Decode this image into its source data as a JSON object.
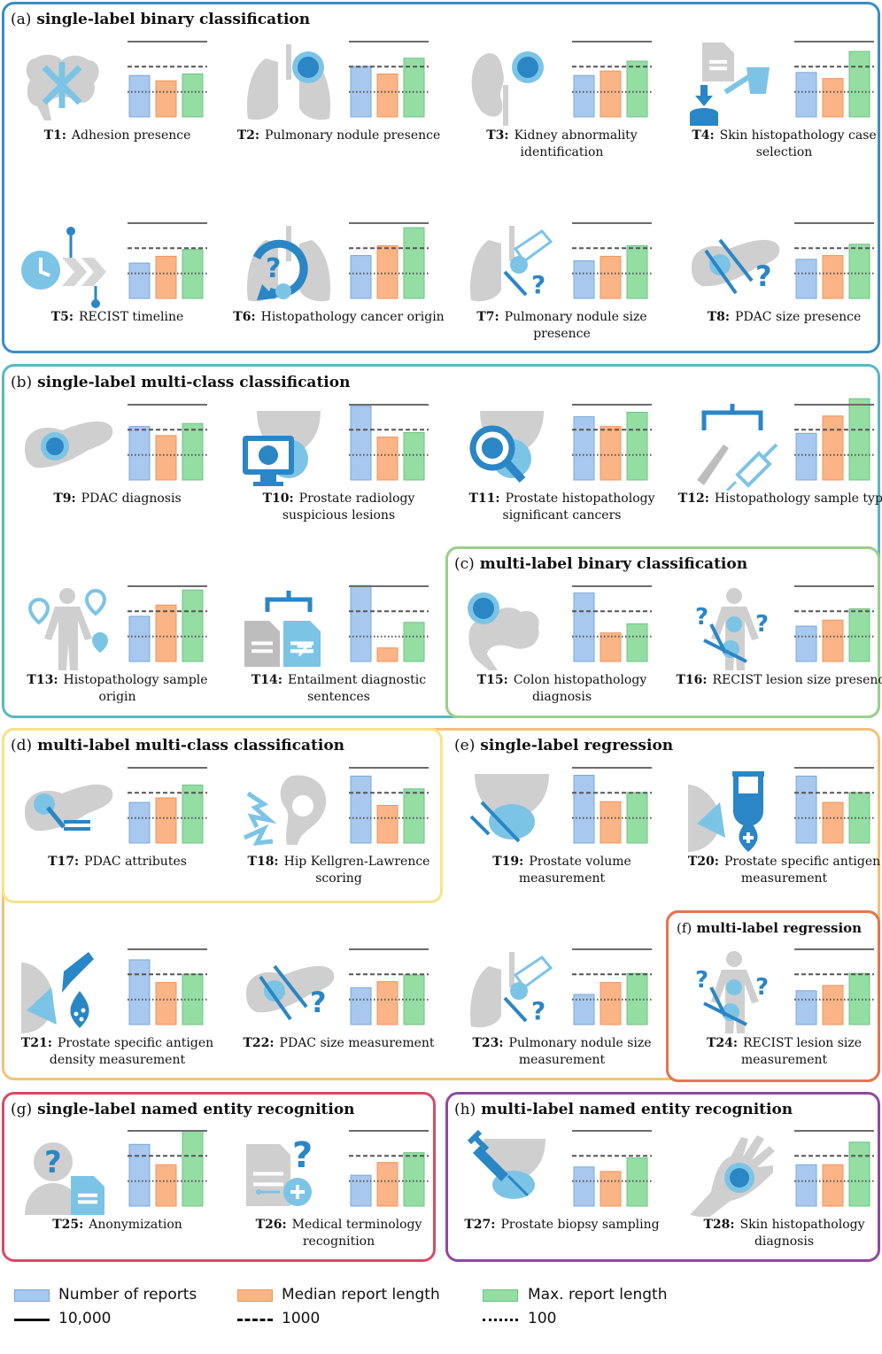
{
  "panels": [
    {
      "id": "a",
      "label": "(a)",
      "title": "single-label binary classification",
      "color": "#3a8dc4"
    },
    {
      "id": "b",
      "label": "(b)",
      "title": "single-label multi-class classification",
      "color": "#5ab7c4"
    },
    {
      "id": "c",
      "label": "(c)",
      "title": "multi-label binary classification",
      "color": "#9bcf8c"
    },
    {
      "id": "d",
      "label": "(d)",
      "title": "multi-label multi-class classification",
      "color": "#f7e38a"
    },
    {
      "id": "e",
      "label": "(e)",
      "title": "single-label regression",
      "color": "#f2c27a"
    },
    {
      "id": "f",
      "label": "(f)",
      "title": "multi-label regression",
      "color": "#e8734f"
    },
    {
      "id": "g",
      "label": "(g)",
      "title": "single-label named entity recognition",
      "color": "#d84a64"
    },
    {
      "id": "h",
      "label": "(h)",
      "title": "multi-label named entity recognition",
      "color": "#8e4a9e"
    }
  ],
  "tasks": [
    {
      "id": "T1:",
      "name": "Adhesion presence",
      "icon": "colon-icon",
      "values": [
        0.55,
        0.48,
        0.57
      ]
    },
    {
      "id": "T2:",
      "name": "Pulmonary nodule presence",
      "icon": "lungs-icon",
      "values": [
        0.67,
        0.57,
        0.78
      ]
    },
    {
      "id": "T3:",
      "name": "Kidney abnormality identification",
      "icon": "kidney-icon",
      "values": [
        0.55,
        0.61,
        0.74
      ]
    },
    {
      "id": "T4:",
      "name": "Skin histopathology case selection",
      "icon": "database-filter-icon",
      "values": [
        0.59,
        0.51,
        0.87
      ]
    },
    {
      "id": "T5:",
      "name": "RECIST timeline",
      "icon": "clock-timeline-icon",
      "values": [
        0.47,
        0.56,
        0.65
      ]
    },
    {
      "id": "T6:",
      "name": "Histopathology cancer origin",
      "icon": "lungs-question-icon",
      "values": [
        0.57,
        0.7,
        0.94
      ]
    },
    {
      "id": "T7:",
      "name": "Pulmonary nodule size presence",
      "icon": "lung-ruler-icon",
      "values": [
        0.5,
        0.56,
        0.7
      ]
    },
    {
      "id": "T8:",
      "name": "PDAC size presence",
      "icon": "pancreas-ruler-icon",
      "values": [
        0.52,
        0.57,
        0.72
      ]
    },
    {
      "id": "T9:",
      "name": "PDAC diagnosis",
      "icon": "pancreas-icon",
      "values": [
        0.71,
        0.59,
        0.75
      ]
    },
    {
      "id": "T10:",
      "name": "Prostate radiology suspicious lesions",
      "icon": "prostate-monitor-icon",
      "values": [
        0.98,
        0.57,
        0.63
      ]
    },
    {
      "id": "T11:",
      "name": "Prostate histopathology significant cancers",
      "icon": "prostate-magnifier-icon",
      "values": [
        0.84,
        0.71,
        0.9
      ]
    },
    {
      "id": "T12:",
      "name": "Histopathology sample type",
      "icon": "scalpel-syringe-icon",
      "values": [
        0.62,
        0.85,
        1.08
      ]
    },
    {
      "id": "T13:",
      "name": "Histopathology sample origin",
      "icon": "body-pins-icon",
      "values": [
        0.6,
        0.75,
        0.95
      ]
    },
    {
      "id": "T14:",
      "name": "Entailment diagnostic sentences",
      "icon": "document-compare-icon",
      "values": [
        1.01,
        0.18,
        0.52
      ]
    },
    {
      "id": "T15:",
      "name": "Colon histopathology diagnosis",
      "icon": "colon-tumor-icon",
      "values": [
        0.91,
        0.38,
        0.5
      ]
    },
    {
      "id": "T16:",
      "name": "RECIST lesion size presence",
      "icon": "body-ruler-icon",
      "values": [
        0.47,
        0.55,
        0.7
      ]
    },
    {
      "id": "T17:",
      "name": "PDAC attributes",
      "icon": "pancreas-list-icon",
      "values": [
        0.54,
        0.6,
        0.77
      ]
    },
    {
      "id": "T18:",
      "name": "Hip Kellgren-Lawrence scoring",
      "icon": "hip-joint-icon",
      "values": [
        0.89,
        0.5,
        0.72
      ]
    },
    {
      "id": "T19:",
      "name": "Prostate volume measurement",
      "icon": "prostate-ruler-icon",
      "values": [
        0.9,
        0.55,
        0.67
      ]
    },
    {
      "id": "T20:",
      "name": "Prostate specific antigen measurement",
      "icon": "blood-test-icon",
      "values": [
        0.89,
        0.54,
        0.67
      ]
    },
    {
      "id": "T21:",
      "name": "Prostate specific antigen density measurement",
      "icon": "blood-density-icon",
      "values": [
        0.86,
        0.56,
        0.67
      ]
    },
    {
      "id": "T22:",
      "name": "PDAC size measurement",
      "icon": "pancreas-ruler-icon",
      "values": [
        0.49,
        0.57,
        0.66
      ]
    },
    {
      "id": "T23:",
      "name": "Pulmonary nodule size measurement",
      "icon": "lung-ruler-icon",
      "values": [
        0.4,
        0.56,
        0.68
      ]
    },
    {
      "id": "T24:",
      "name": "RECIST lesion size measurement",
      "icon": "body-ruler-icon",
      "values": [
        0.45,
        0.52,
        0.68
      ]
    },
    {
      "id": "T25:",
      "name": "Anonymization",
      "icon": "person-document-icon",
      "values": [
        0.82,
        0.55,
        1.0
      ]
    },
    {
      "id": "T26:",
      "name": "Medical terminology recognition",
      "icon": "document-question-icon",
      "values": [
        0.41,
        0.58,
        0.71
      ]
    },
    {
      "id": "T27:",
      "name": "Prostate biopsy sampling",
      "icon": "prostate-syringe-icon",
      "values": [
        0.52,
        0.46,
        0.64
      ]
    },
    {
      "id": "T28:",
      "name": "Skin histopathology diagnosis",
      "icon": "hand-lesion-icon",
      "values": [
        0.55,
        0.55,
        0.85
      ]
    }
  ],
  "chart_data": {
    "type": "bar",
    "categories": [
      "Number of reports",
      "Median report length",
      "Max. report length"
    ],
    "colors": {
      "reports": "#a8c8ef",
      "median": "#fbb485",
      "max": "#94dea4"
    },
    "reference_lines": [
      {
        "label": "10,000",
        "style": "solid",
        "value": 10000
      },
      {
        "label": "1000",
        "style": "dashed",
        "value": 1000
      },
      {
        "label": "100",
        "style": "dotted",
        "value": 100
      }
    ],
    "scale": "log",
    "value_encoding": "log10 fraction between 10 and 10,000 (reference lines at 1000=dashed, 100=dotted)"
  },
  "legend": {
    "items": [
      {
        "label": "Number of reports",
        "color": "#a8c8ef",
        "edge": "#7aa7d8"
      },
      {
        "label": "Median report length",
        "color": "#fbb485",
        "edge": "#f0955c"
      },
      {
        "label": "Max. report length",
        "color": "#94dea4",
        "edge": "#6cc383"
      }
    ],
    "lines": [
      {
        "label": "10,000",
        "style": "solid"
      },
      {
        "label": "1000",
        "style": "dashed"
      },
      {
        "label": "100",
        "style": "dotted"
      }
    ]
  }
}
